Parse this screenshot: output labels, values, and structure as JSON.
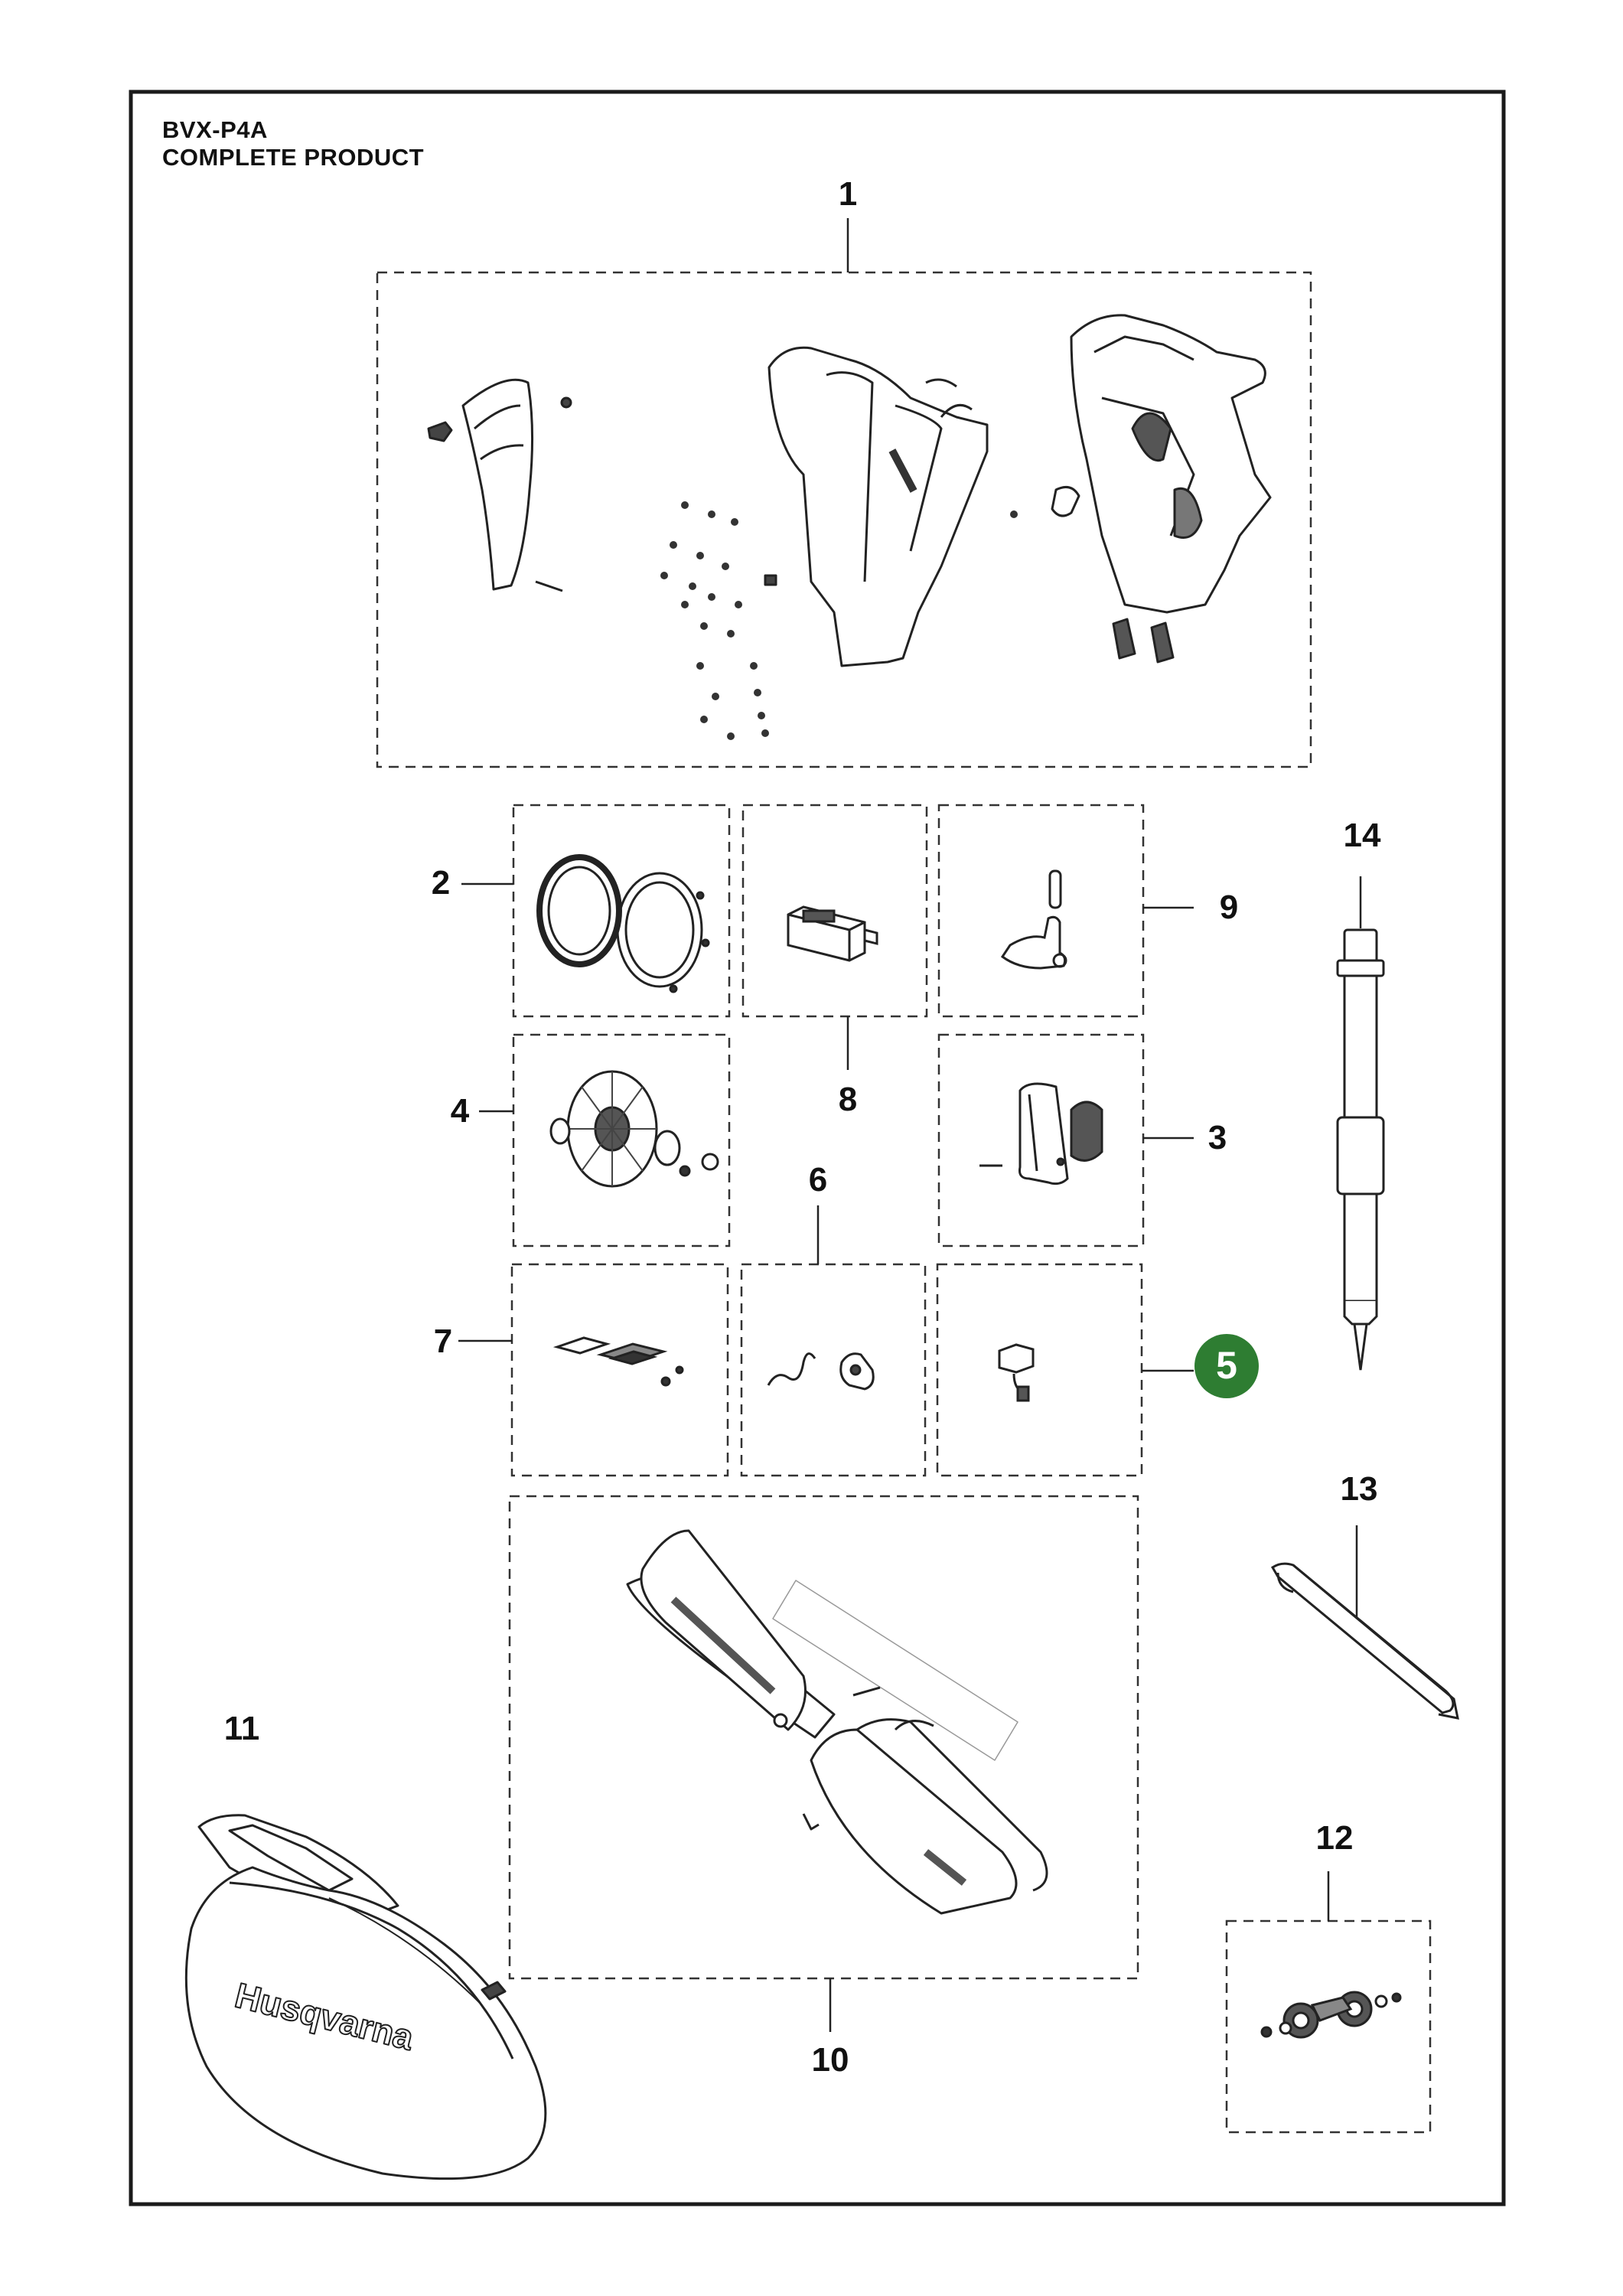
{
  "header": {
    "model": "BVX-P4A",
    "subtitle": "COMPLETE PRODUCT"
  },
  "brand_mark": "Husqvarna",
  "colors": {
    "border": "#1a1a1a",
    "line": "#222222",
    "highlight": "#2e7d32",
    "highlight_text": "#ffffff"
  },
  "callouts": [
    {
      "id": "c1",
      "label": "1"
    },
    {
      "id": "c2",
      "label": "2"
    },
    {
      "id": "c3",
      "label": "3"
    },
    {
      "id": "c4",
      "label": "4"
    },
    {
      "id": "c5",
      "label": "5",
      "highlighted": true
    },
    {
      "id": "c6",
      "label": "6"
    },
    {
      "id": "c7",
      "label": "7"
    },
    {
      "id": "c8",
      "label": "8"
    },
    {
      "id": "c9",
      "label": "9"
    },
    {
      "id": "c10",
      "label": "10"
    },
    {
      "id": "c11",
      "label": "11"
    },
    {
      "id": "c12",
      "label": "12"
    },
    {
      "id": "c13",
      "label": "13"
    },
    {
      "id": "c14",
      "label": "14"
    }
  ]
}
